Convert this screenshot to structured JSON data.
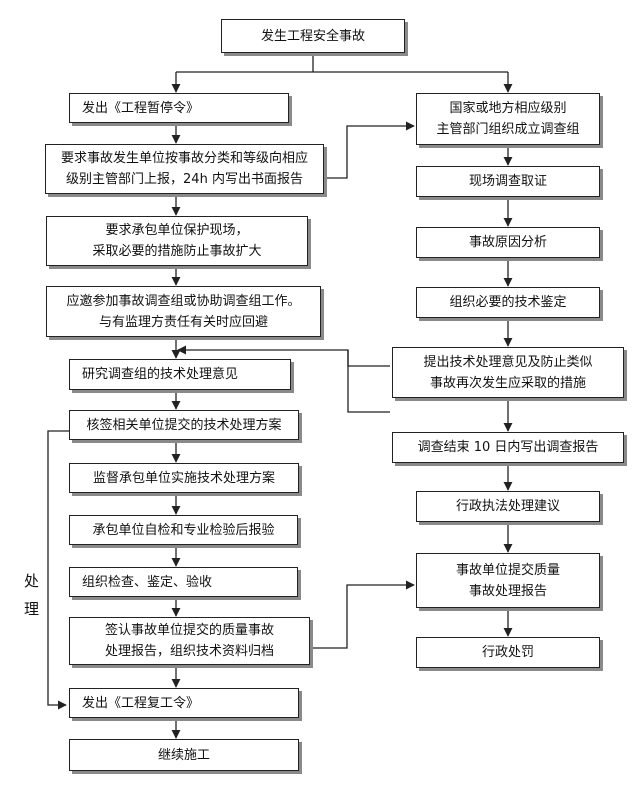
{
  "nodes": {
    "start": "发生工程安全事故",
    "stop_order": "发出《工程暂停令》",
    "report": "要求事故发生单位按事故分类和等级向相应\n级别主管部门上报，24h 内写出书面报告",
    "protect": "要求承包单位保护现场，\n采取必要的措施防止事故扩大",
    "join": "应邀参加事故调查组或协助调查组工作。\n与有监理方责任有关时应回避",
    "study": "研究调查组的技术处理意见",
    "sign_plan": "核签相关单位提交的技术处理方案",
    "supervise": "监督承包单位实施技术处理方案",
    "self_check": "承包单位自检和专业检验后报验",
    "inspect": "组织检查、鉴定、验收",
    "sign_report": "签认事故单位提交的质量事故\n处理报告，组织技术资料归档",
    "resume_order": "发出《工程复工令》",
    "continue": "继续施工",
    "team": "国家或地方相应级别\n主管部门组织成立调查组",
    "evidence": "现场调查取证",
    "cause": "事故原因分析",
    "appraisal": "组织必要的技术鉴定",
    "proposal": "提出技术处理意见及防止类似\n事故再次发生应采取的措施",
    "inv_report": "调查结束 10 日内写出调查报告",
    "admin_advice": "行政执法处理建议",
    "quality_report": "事故单位提交质量\n事故处理报告",
    "penalty": "行政处罚"
  },
  "side_label": [
    "处",
    "理"
  ]
}
